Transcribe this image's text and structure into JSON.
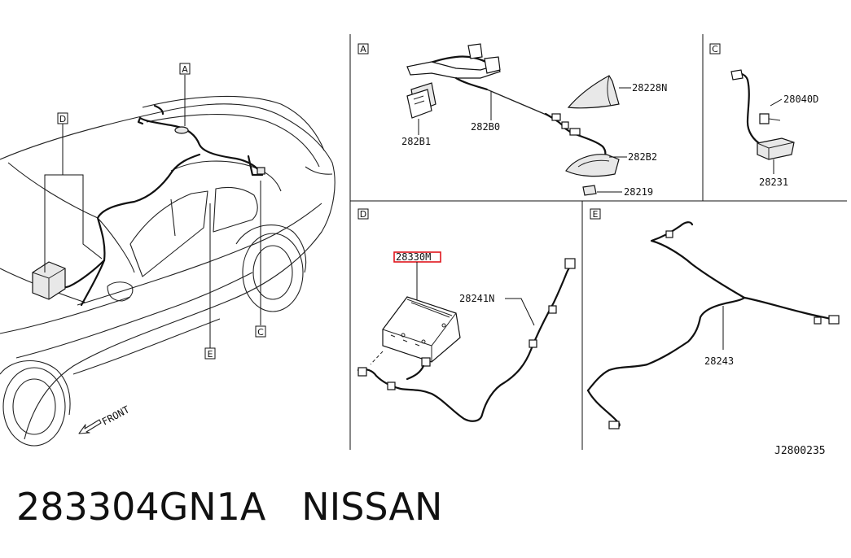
{
  "callouts": {
    "A": "A",
    "B": "C",
    "C": "D",
    "D": "E"
  },
  "sections": {
    "A": {
      "letter": "A",
      "parts": {
        "p282B1": "282B1",
        "p282B0": "282B0",
        "p28228N": "28228N",
        "p282B2": "282B2",
        "p28219": "28219"
      }
    },
    "C": {
      "letter": "C",
      "parts": {
        "p28040D": "28040D",
        "p28231": "28231"
      }
    },
    "D": {
      "letter": "D",
      "parts": {
        "p28330M": "28330M",
        "p28241N": "28241N"
      }
    },
    "E": {
      "letter": "E",
      "parts": {
        "p28243": "28243"
      }
    }
  },
  "front_label": "FRONT",
  "drawing_code": "J2800235",
  "part_number_line": "283304GN1A   NISSAN",
  "highlight_color": "#e0161d"
}
